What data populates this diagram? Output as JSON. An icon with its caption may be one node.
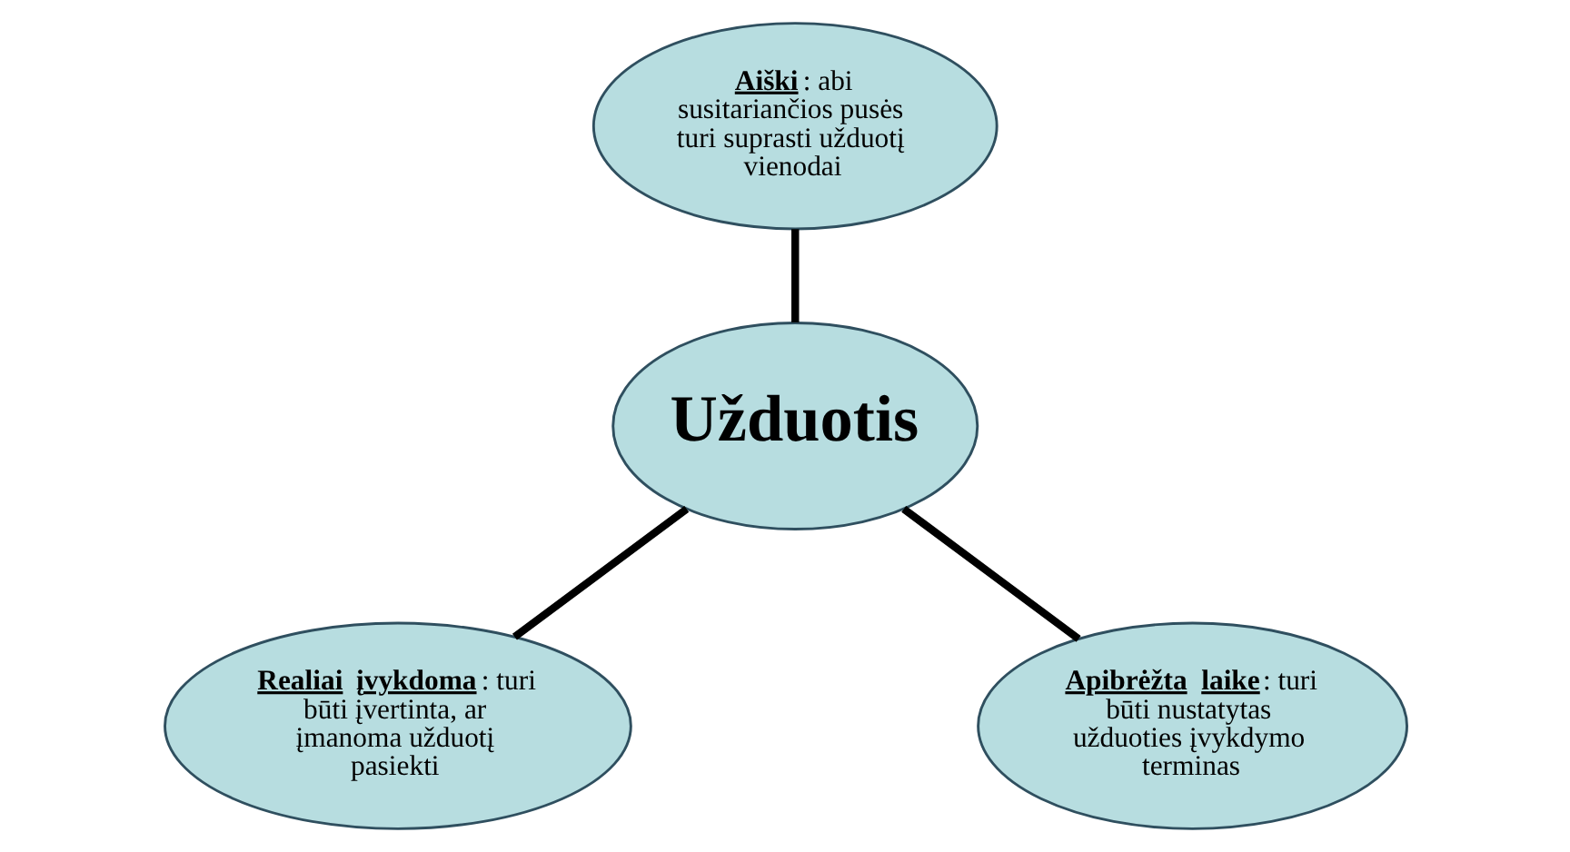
{
  "diagram": {
    "nodes": [
      {
        "text": [
          "**Aiški**: abi susitariančios pusės turi suprasti užduotį vienodai"
        ]
      },
      {
        "text": [
          "Užduotis"
        ]
      },
      {
        "text": [
          "**Realiai įvykdoma**: turi būti įvertinta, ar įmanoma užduotį pasiekti"
        ]
      },
      {
        "text": [
          "**Apibrėžta laike**: turi būti nustatytas užduoties įvykdymo terminas"
        ]
      }
    ],
    "edges": [
      {
        "from": 1,
        "to": 0,
        "arrow": "none"
      },
      {
        "from": 1,
        "to": 2,
        "arrow": "none"
      },
      {
        "from": 1,
        "to": 3,
        "arrow": "none"
      }
    ]
  }
}
